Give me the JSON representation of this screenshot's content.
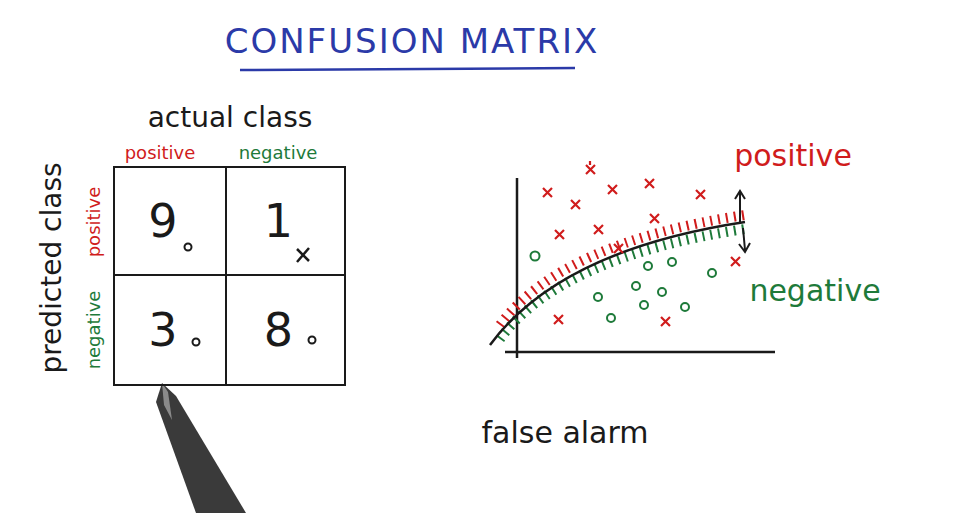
{
  "diagram": {
    "title": "CONFUSION MATRIX",
    "nodes": [
      {
        "text": [
          "9"
        ]
      },
      {
        "text": [
          "1"
        ]
      },
      {
        "text": [
          "3"
        ]
      },
      {
        "text": [
          "8"
        ]
      }
    ],
    "labels": [
      "actual class",
      "positive",
      "negative",
      "predicted class",
      "positive",
      "negative",
      "positive",
      "negative",
      "false alarm"
    ]
  }
}
